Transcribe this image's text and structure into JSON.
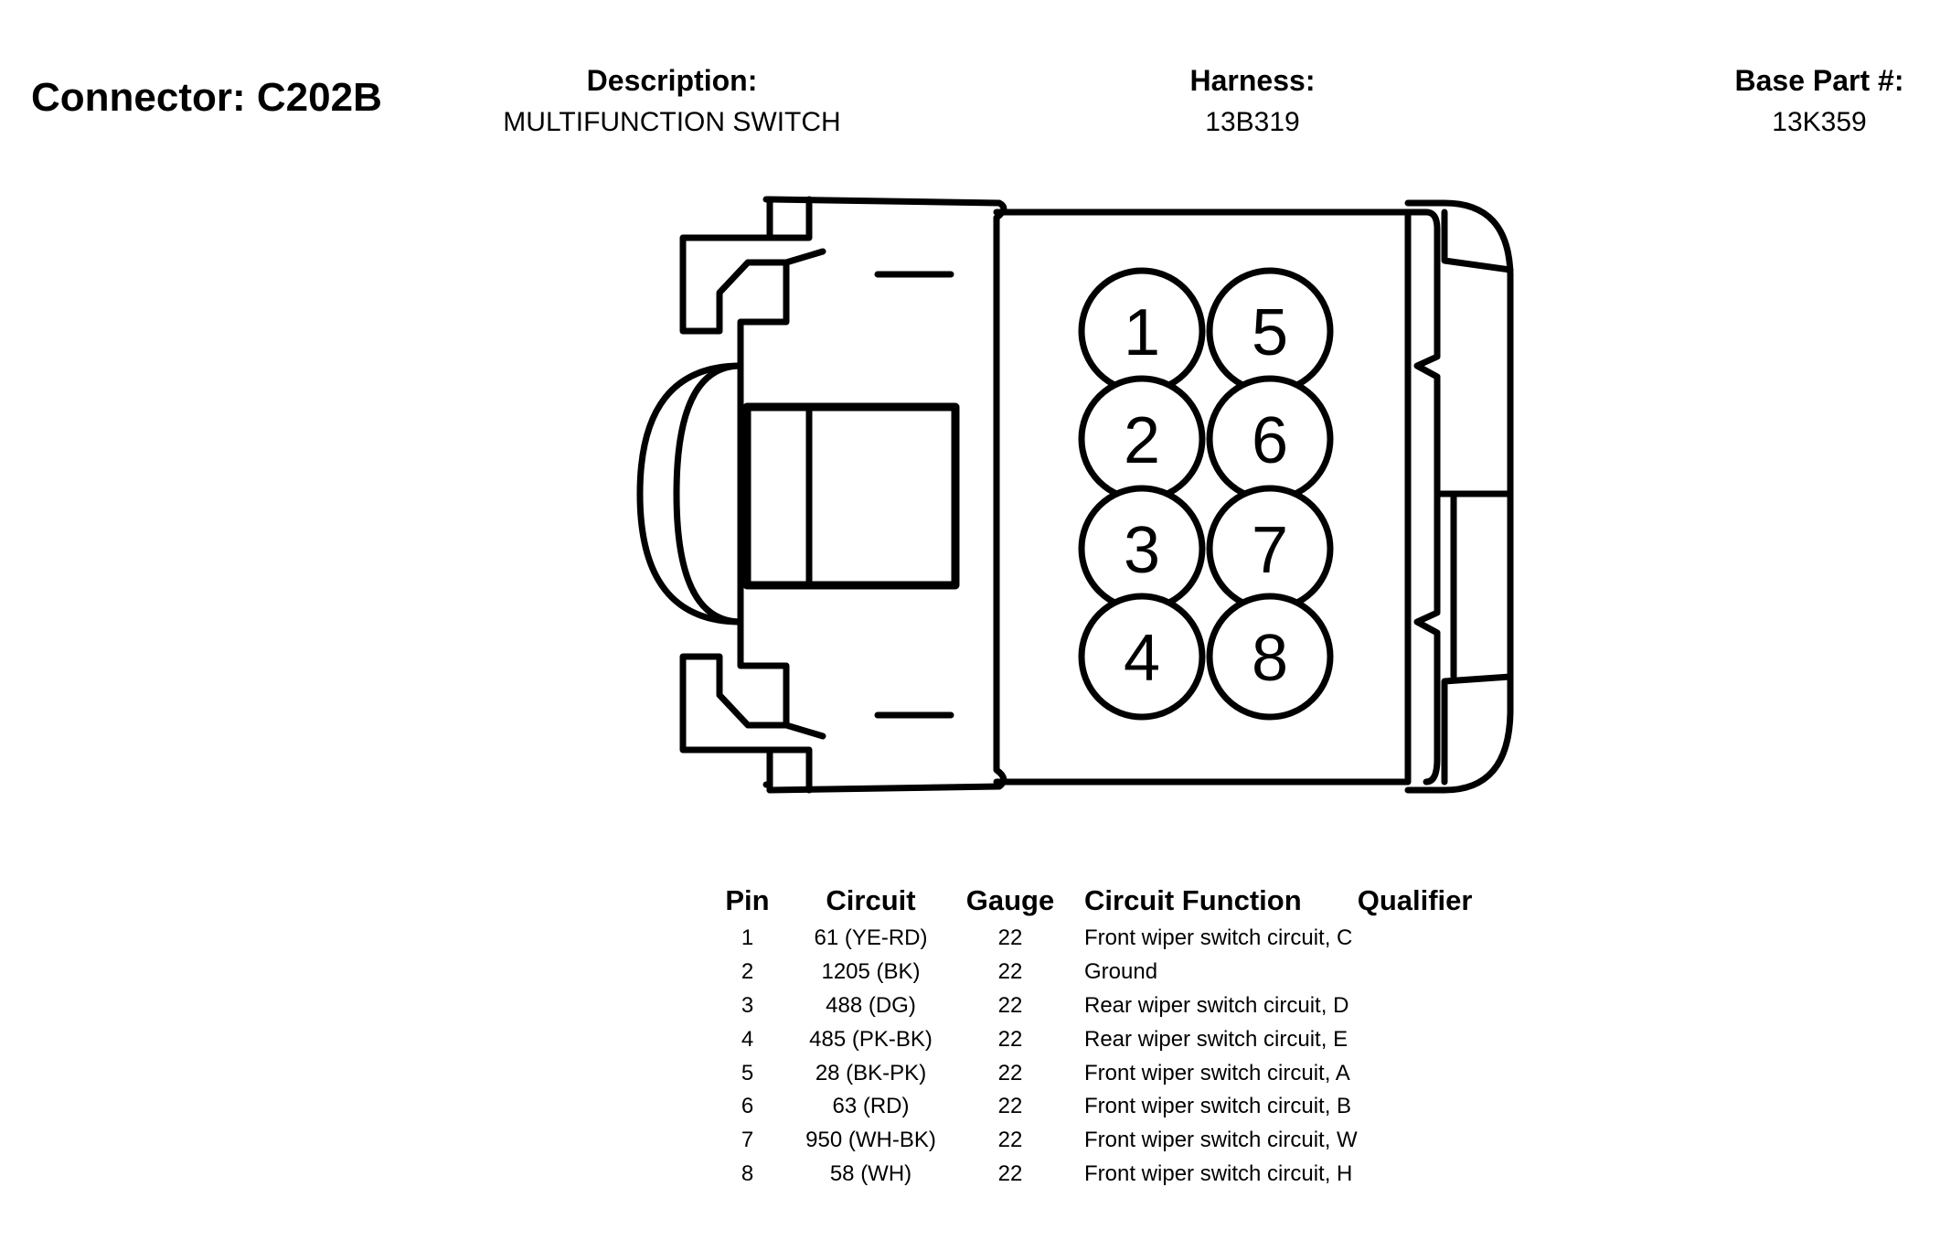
{
  "header": {
    "connector_title": "Connector: C202B",
    "description_label": "Description:",
    "description_value": "MULTIFUNCTION SWITCH",
    "harness_label": "Harness:",
    "harness_value": "13B319",
    "base_part_label": "Base Part #:",
    "base_part_value": "13K359"
  },
  "connector_face": {
    "cavity_numbers": [
      "1",
      "2",
      "3",
      "4",
      "5",
      "6",
      "7",
      "8"
    ]
  },
  "table": {
    "columns": [
      "Pin",
      "Circuit",
      "Gauge",
      "Circuit Function",
      "Qualifier"
    ],
    "rows": [
      {
        "pin": "1",
        "circuit": "61 (YE-RD)",
        "gauge": "22",
        "function": "Front wiper switch circuit, C",
        "qualifier": ""
      },
      {
        "pin": "2",
        "circuit": "1205 (BK)",
        "gauge": "22",
        "function": "Ground",
        "qualifier": ""
      },
      {
        "pin": "3",
        "circuit": "488 (DG)",
        "gauge": "22",
        "function": "Rear wiper switch circuit, D",
        "qualifier": ""
      },
      {
        "pin": "4",
        "circuit": "485 (PK-BK)",
        "gauge": "22",
        "function": "Rear wiper switch circuit, E",
        "qualifier": ""
      },
      {
        "pin": "5",
        "circuit": "28 (BK-PK)",
        "gauge": "22",
        "function": "Front wiper switch circuit, A",
        "qualifier": ""
      },
      {
        "pin": "6",
        "circuit": "63 (RD)",
        "gauge": "22",
        "function": "Front wiper switch circuit, B",
        "qualifier": ""
      },
      {
        "pin": "7",
        "circuit": "950 (WH-BK)",
        "gauge": "22",
        "function": "Front wiper switch circuit, W",
        "qualifier": ""
      },
      {
        "pin": "8",
        "circuit": "58 (WH)",
        "gauge": "22",
        "function": "Front wiper switch circuit, H",
        "qualifier": ""
      }
    ]
  }
}
